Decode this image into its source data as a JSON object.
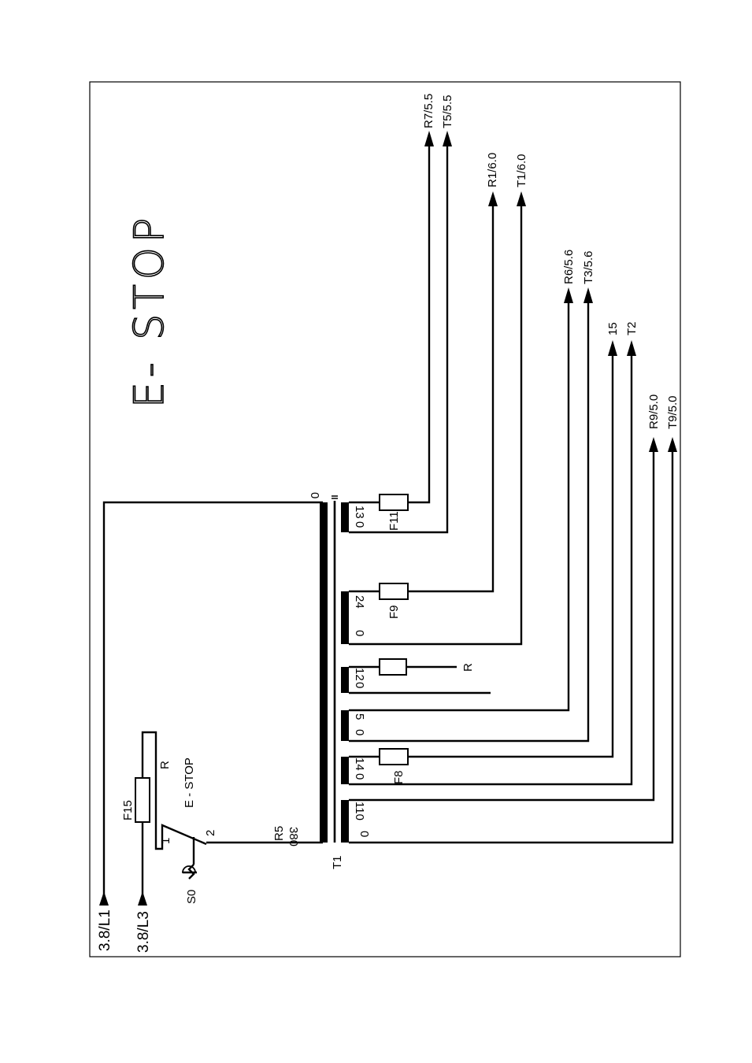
{
  "title": "E- STOP",
  "supply": {
    "l1": "3.8/L1",
    "l3": "3.8/L3"
  },
  "switch": {
    "name": "S0",
    "label": "E - STOP",
    "pin1": "1",
    "pin2": "2"
  },
  "fuses": {
    "f15": "F15",
    "f11": "F11",
    "f9": "F9",
    "f8": "F8"
  },
  "transformer": {
    "name": "T1",
    "primary_tap": "380",
    "primary_label": "R5",
    "common": "0"
  },
  "secondaries": [
    {
      "tap": "13",
      "zero": "0"
    },
    {
      "tap": "24",
      "zero": "0"
    },
    {
      "tap": "12",
      "zero": "0"
    },
    {
      "tap": "5",
      "zero": "0"
    },
    {
      "tap": "14",
      "zero": "0"
    },
    {
      "tap": "110",
      "zero": "0"
    }
  ],
  "outputs": {
    "r7": "R7/5.5",
    "t5": "T5/5.5",
    "r1": "R1/6.0",
    "t1": "T1/6.0",
    "r6": "R6/5.6",
    "t3": "T3/5.6",
    "o15": "15",
    "t2": "T2",
    "r9": "R9/5.0",
    "t9": "T9/5.0"
  },
  "r_labels": {
    "switch_r": "R",
    "tap12_r": "R"
  }
}
